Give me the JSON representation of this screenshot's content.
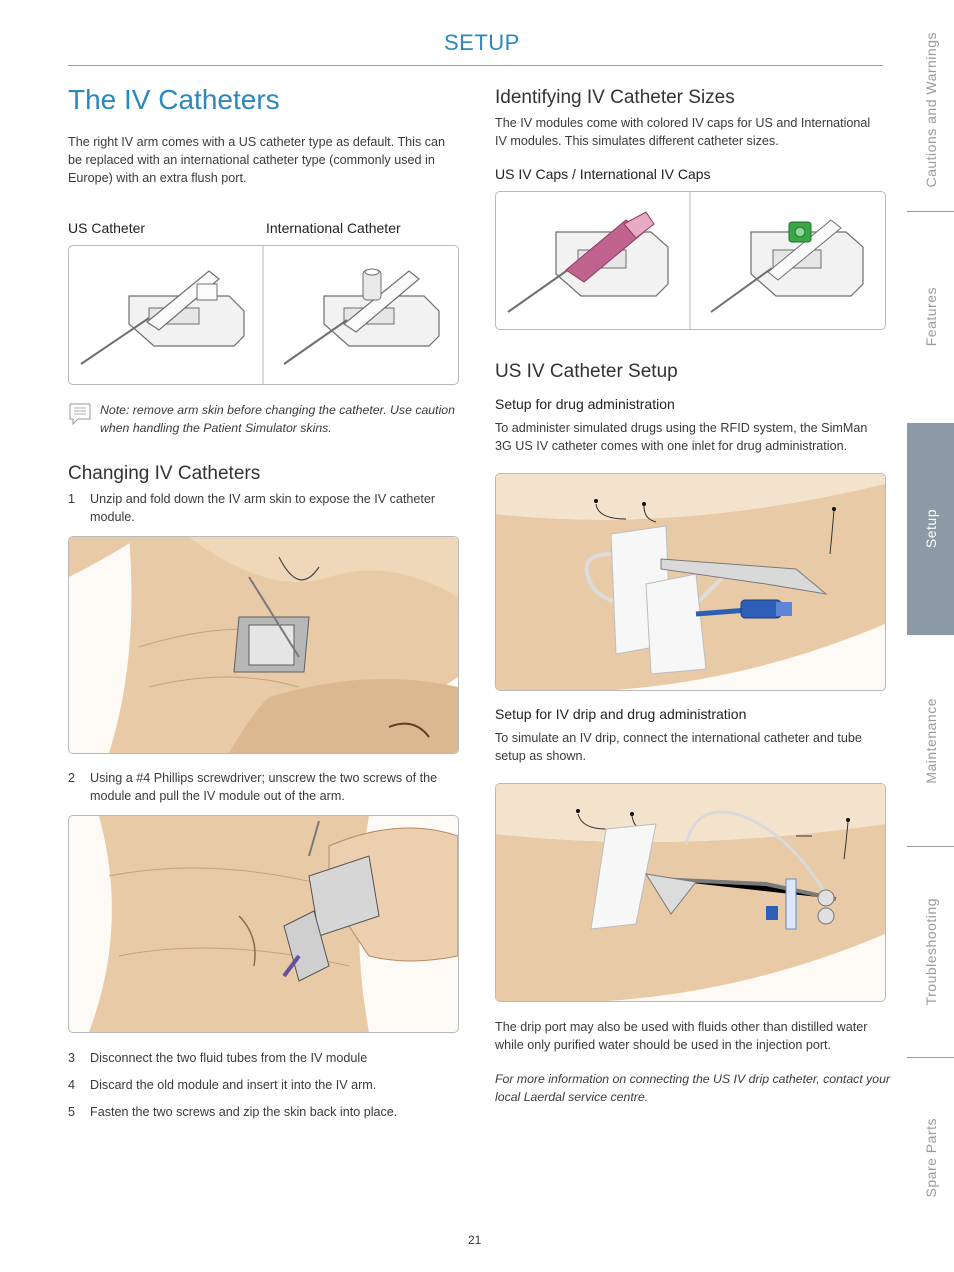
{
  "header": {
    "section": "SETUP"
  },
  "page_title": "The IV Catheters",
  "intro": "The right IV arm comes with a US catheter type as default. This can be replaced with an international catheter type (commonly used in Europe) with an extra flush port.",
  "intro_lines": [
    "The right IV arm comes with a US catheter type as default. This can",
    "be replaced with an international catheter type (commonly used in",
    "Europe) with an extra flush port."
  ],
  "catheter_labels": {
    "us": "US Catheter",
    "international": "International Catheter"
  },
  "note": {
    "lines": [
      "Note: remove arm skin before changing the catheter. Use caution",
      "when handling the Patient Simulator skins."
    ]
  },
  "changing": {
    "title": "Changing IV Catheters",
    "steps": [
      {
        "num": "1",
        "lines": [
          "Unzip and fold down the IV arm skin to expose the IV catheter",
          "module."
        ]
      },
      {
        "num": "2",
        "lines": [
          "Using a #4 Phillips screwdriver; unscrew the two screws of the",
          "module and pull the IV module out of the arm."
        ]
      },
      {
        "num": "3",
        "lines": [
          "Disconnect the two fluid tubes from the IV module"
        ]
      },
      {
        "num": "4",
        "lines": [
          "Discard the old module and insert it into the IV arm."
        ]
      },
      {
        "num": "5",
        "lines": [
          "Fasten the two screws and zip the skin back into place."
        ]
      }
    ]
  },
  "sizes": {
    "title": "Identifying IV Catheter Sizes",
    "lines": [
      "The IV modules come with colored IV caps for US and International",
      "IV modules. This simulates different catheter sizes."
    ],
    "caps_label": "US IV Caps / International IV Caps"
  },
  "setup": {
    "title": "US IV Catheter Setup",
    "drug": {
      "title": "Setup for drug administration",
      "lines": [
        "To administer simulated drugs using the RFID system, the SimMan",
        "3G US IV catheter comes with one inlet for drug administration."
      ]
    },
    "drip": {
      "title": "Setup for IV drip and drug administration",
      "lines": [
        "To simulate an IV drip, connect the international catheter and tube",
        "setup as shown."
      ]
    },
    "drip_port_lines": [
      "The drip port may also be used with fluids other than distilled water",
      "while only purified water should be used in the injection port."
    ],
    "contact_lines": [
      "For more information on connecting the US IV drip catheter, contact your",
      "local Laerdal service centre."
    ]
  },
  "side_tabs": [
    {
      "label": "Cautions and Warnings",
      "active": false
    },
    {
      "label": "Features",
      "active": false
    },
    {
      "label": "Setup",
      "active": true
    },
    {
      "label": "Maintenance",
      "active": false
    },
    {
      "label": "Troubleshooting",
      "active": false
    },
    {
      "label": "Spare Parts",
      "active": false
    }
  ],
  "page_number": "21",
  "colors": {
    "accent": "#2b87c0",
    "skin": "#e8cba6",
    "tab_active": "#8d9aa6",
    "pink_cap": "#c0648f",
    "green_cap": "#3aa84a",
    "blue_connector": "#2d5fb8"
  }
}
